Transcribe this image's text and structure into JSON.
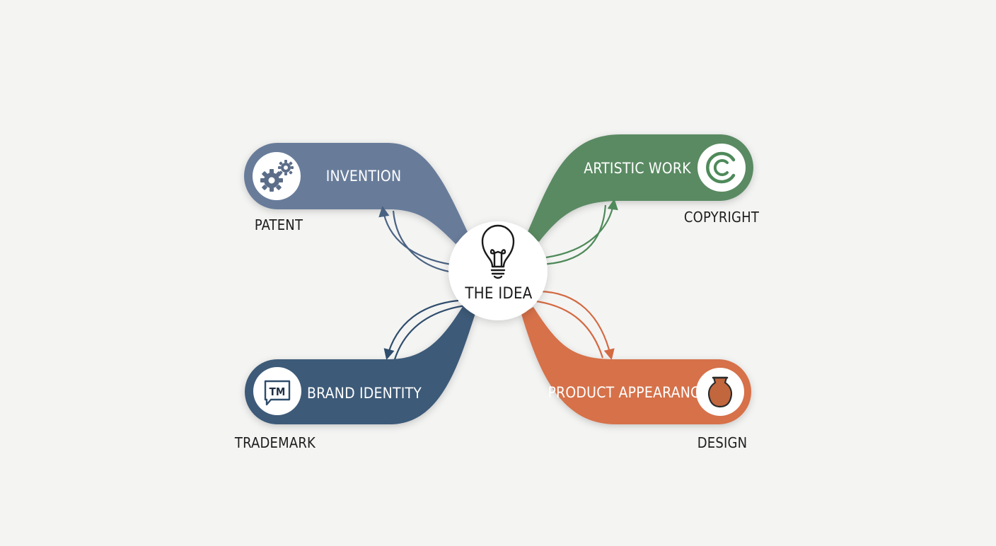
{
  "center": {
    "label": "THE IDEA",
    "icon": "lightbulb-icon"
  },
  "nodes": {
    "patent": {
      "pill_label": "INVENTION",
      "category": "PATENT",
      "icon": "gears-icon",
      "color": "#687c9a"
    },
    "copyright": {
      "pill_label": "ARTISTIC WORK",
      "category": "COPYRIGHT",
      "icon": "copyright-icon",
      "color": "#5a8a62"
    },
    "trademark": {
      "pill_label": "BRAND IDENTITY",
      "category": "TRADEMARK",
      "icon": "trademark-icon",
      "color": "#3d5a78"
    },
    "design": {
      "pill_label": "PRODUCT APPEARANCE",
      "category": "DESIGN",
      "icon": "vase-icon",
      "color": "#d6714a"
    }
  },
  "trademark_symbol": "TM"
}
